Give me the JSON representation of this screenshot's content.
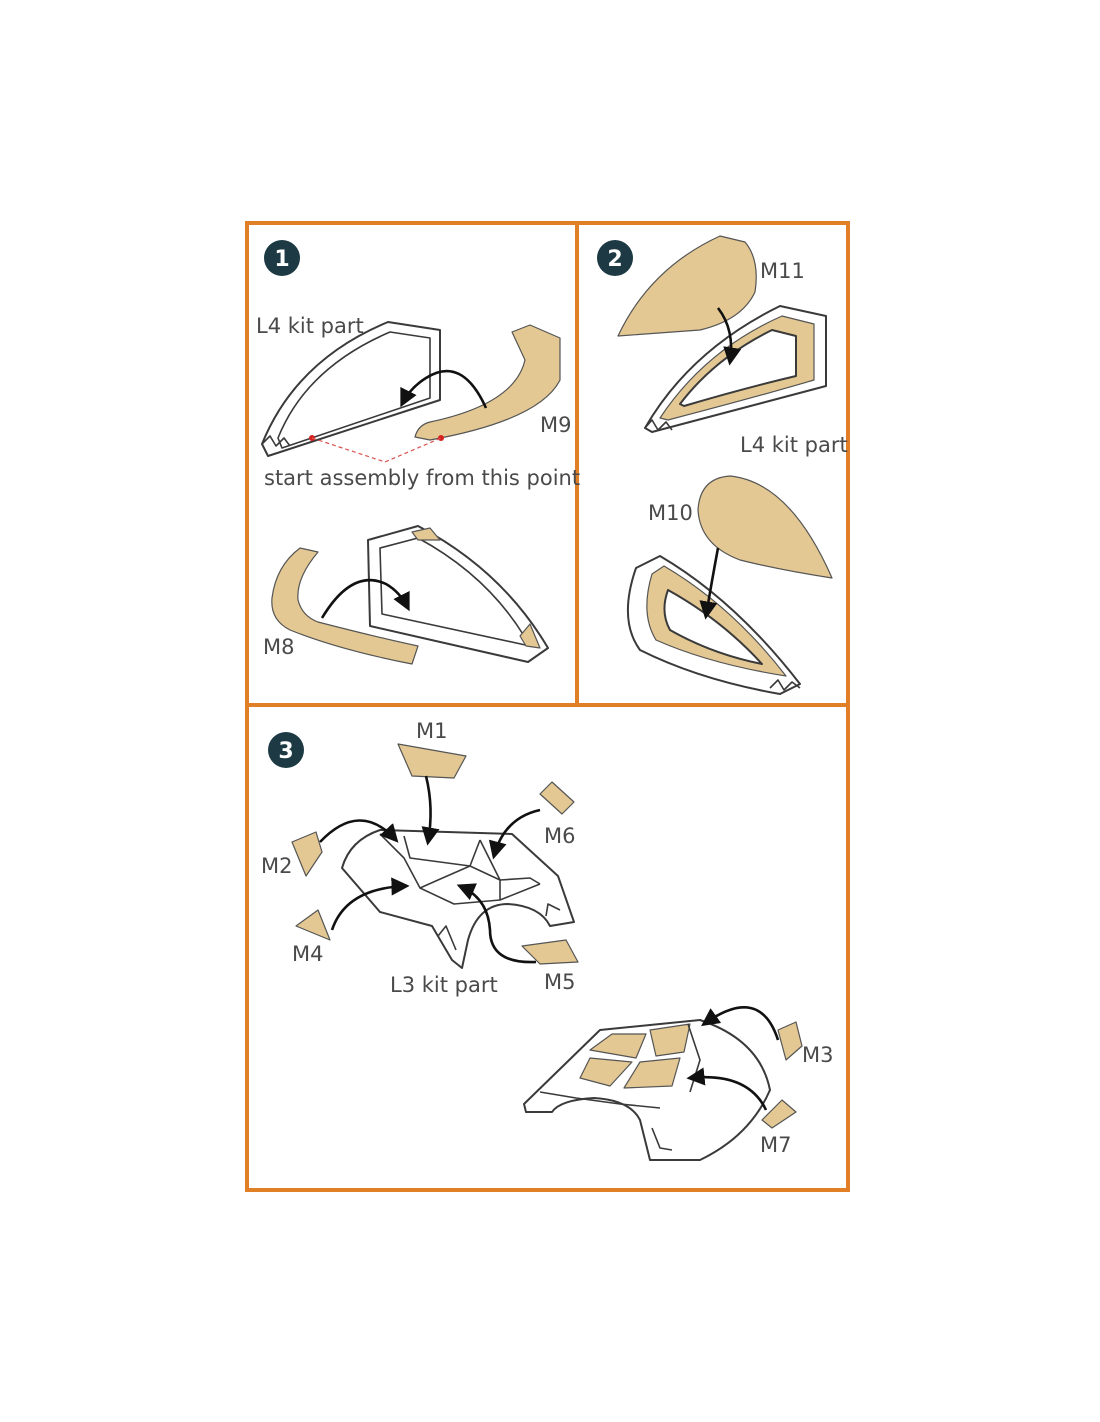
{
  "colors": {
    "frame": "#e07f25",
    "mask": "#e3c893",
    "step_badge": "#1d3a44",
    "start_point": "#d62020"
  },
  "step1": {
    "number": "1",
    "kit_label": "L4 kit part",
    "note": "start assembly from this point",
    "mask_top": "M9",
    "mask_bottom": "M8"
  },
  "step2": {
    "number": "2",
    "mask_top": "M11",
    "kit_label": "L4 kit part",
    "mask_bottom": "M10"
  },
  "step3": {
    "number": "3",
    "masks": [
      "M1",
      "M2",
      "M6",
      "M4",
      "M5",
      "M3",
      "M7"
    ],
    "kit_label": "L3 kit part"
  }
}
